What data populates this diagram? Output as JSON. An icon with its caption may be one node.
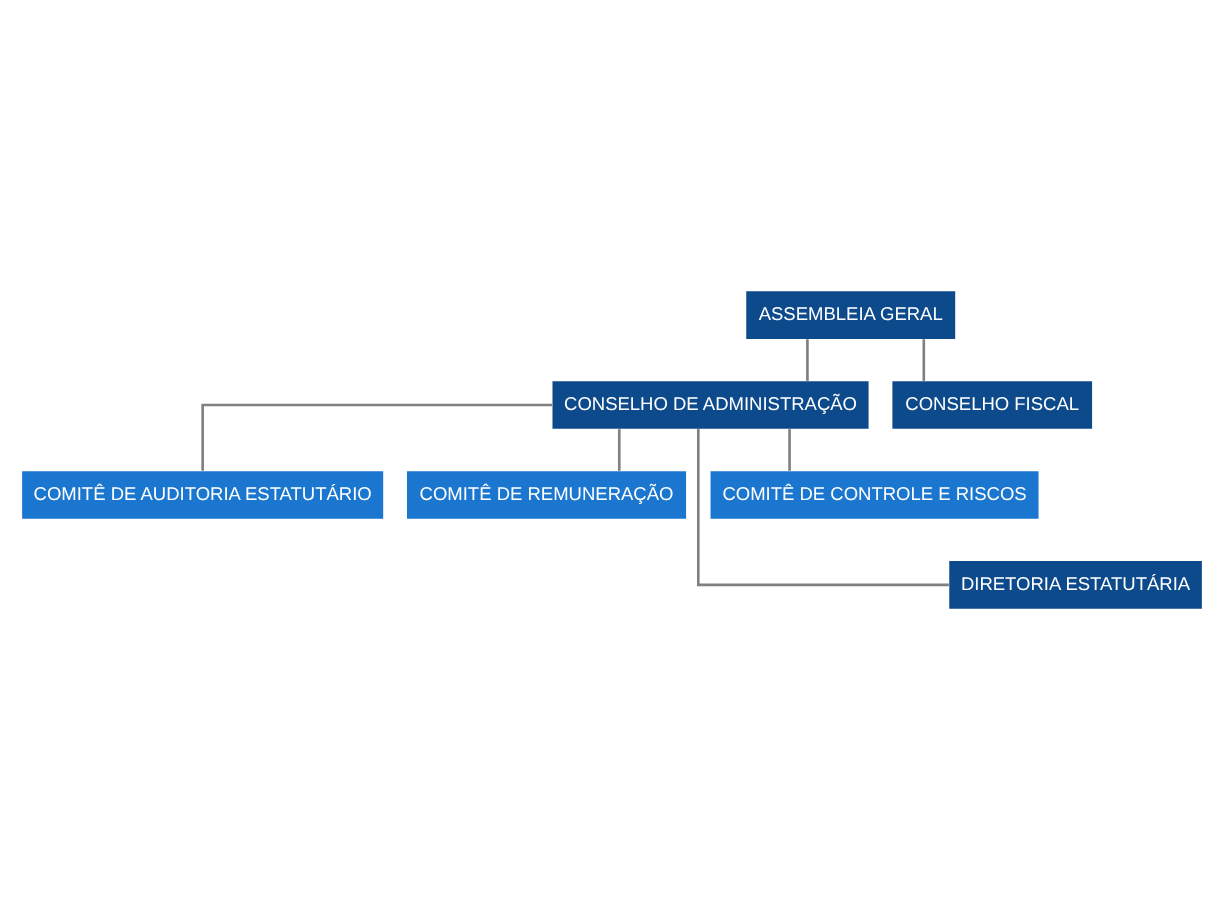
{
  "diagram": {
    "nodes": [
      {
        "text": [
          "ASSEMBLEIA GERAL"
        ]
      },
      {
        "text": [
          "CONSELHO DE ADMINISTRAÇÃO"
        ]
      },
      {
        "text": [
          "CONSELHO FISCAL"
        ]
      },
      {
        "text": [
          "COMITÊ DE AUDITORIA ESTATUTÁRIO"
        ]
      },
      {
        "text": [
          "COMITÊ DE REMUNERAÇÃO"
        ]
      },
      {
        "text": [
          "COMITÊ DE CONTROLE E RISCOS"
        ]
      },
      {
        "text": [
          "DIRETORIA ESTATUTÁRIA"
        ]
      }
    ],
    "edges": [
      {
        "from": 0,
        "to": 1,
        "arrow": "none"
      },
      {
        "from": 0,
        "to": 2,
        "arrow": "none"
      },
      {
        "from": 1,
        "to": 3,
        "arrow": "none"
      },
      {
        "from": 1,
        "to": 4,
        "arrow": "none"
      },
      {
        "from": 1,
        "to": 5,
        "arrow": "none"
      },
      {
        "from": 1,
        "to": 6,
        "arrow": "none"
      }
    ]
  }
}
